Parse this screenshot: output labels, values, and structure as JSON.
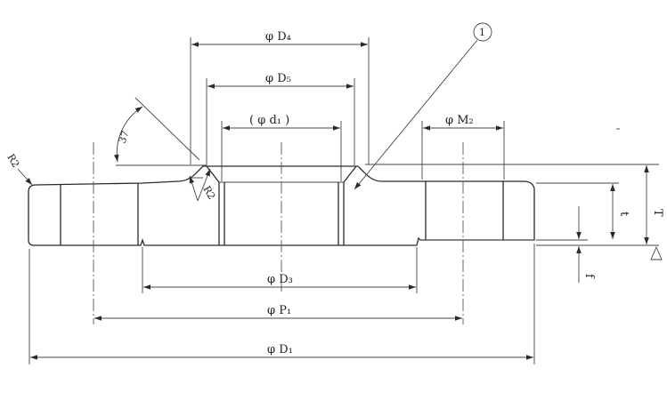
{
  "dimensions": {
    "D4": "φ D₄",
    "D5": "φ D₅",
    "d1": "( φ d₁ )",
    "M2": "φ M₂",
    "D3": "φ D₃",
    "P1": "φ P₁",
    "D1": "φ D₁",
    "T": "T",
    "t": "t",
    "f": "f",
    "angle": "37",
    "r1": "R2",
    "r2": "R2",
    "callout": "1"
  },
  "icons": {
    "datum": "datum-triangle-icon",
    "dim_arrow": "arrowhead-icon"
  }
}
